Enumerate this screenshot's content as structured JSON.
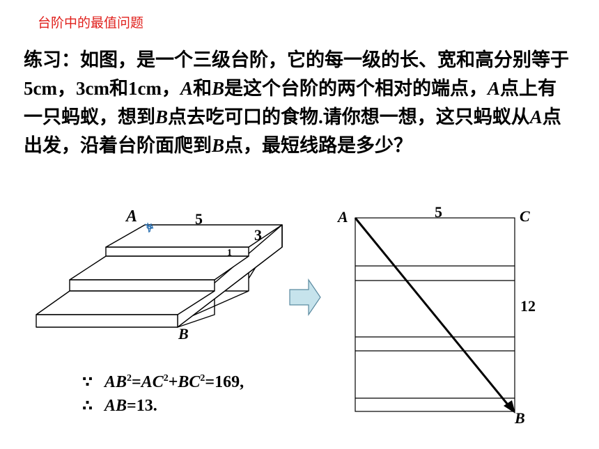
{
  "heading": "台阶中的最值问题",
  "problem": {
    "p1": "练习：如图，是一个三级台阶，它的每一级的长、宽和高分别等于",
    "len": "5cm",
    "sep1": "，",
    "wid": "3cm",
    "and1": "和",
    "hgt": "1cm",
    "sep2": "，",
    "A1": "A",
    "and2": "和",
    "B1": "B",
    "p2": "是这个台阶的两个相对的端点，",
    "A2": "A",
    "p3": "点上有一只蚂蚁，想到",
    "B2": "B",
    "p4": "点去吃可口的食物",
    "dot": ".",
    "p5": "请你想一想，这只蚂蚁从",
    "A3": "A",
    "p6": "点出发，沿着台阶面爬到",
    "B3": "B",
    "p7": "点，最短线路是多少？"
  },
  "figure_left": {
    "label_A": "A",
    "label_B": "B",
    "label_len": "5",
    "label_wid": "3",
    "label_hgt": "1"
  },
  "figure_right": {
    "label_A": "A",
    "label_C": "C",
    "label_B": "B",
    "label_top": "5",
    "label_side": "12"
  },
  "solution": {
    "because": "∵",
    "line1_ab": "AB",
    "line1_sq1": "2",
    "line1_eq1": "=",
    "line1_ac": "AC",
    "line1_sq2": "2",
    "line1_plus": "+",
    "line1_bc": "BC",
    "line1_sq3": "2",
    "line1_rest": "=169,",
    "therefore": "∴",
    "line2_ab": "AB",
    "line2_rest": "=13."
  }
}
